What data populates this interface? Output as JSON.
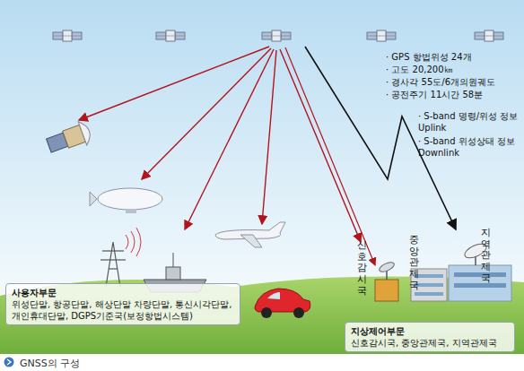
{
  "diagram": {
    "caption": "GNSS의 구성",
    "nodes": [
      {
        "text": [
          "사용자부문",
          "위성단말, 항공단말, 해상단말 차량단말, 통신시각단말, 개인휴대단말, DGPS기준국(보정항법시스템)"
        ]
      },
      {
        "text": [
          "지상제어부문",
          "신호감시국, 중앙관제국, 지역관제국"
        ]
      }
    ],
    "labels": [
      "· GPS 항법위성 24개",
      "· 고도 20,200㎞",
      "· 경사각 55도/6개의원궤도",
      "· 공전주기 11시간 58분",
      "· S-band 명령/위성 정보 Uplink",
      "· S-band 위성상태 정보 Downlink",
      "신호 감시국",
      "중앙 관제국",
      "지역 관제국"
    ]
  }
}
